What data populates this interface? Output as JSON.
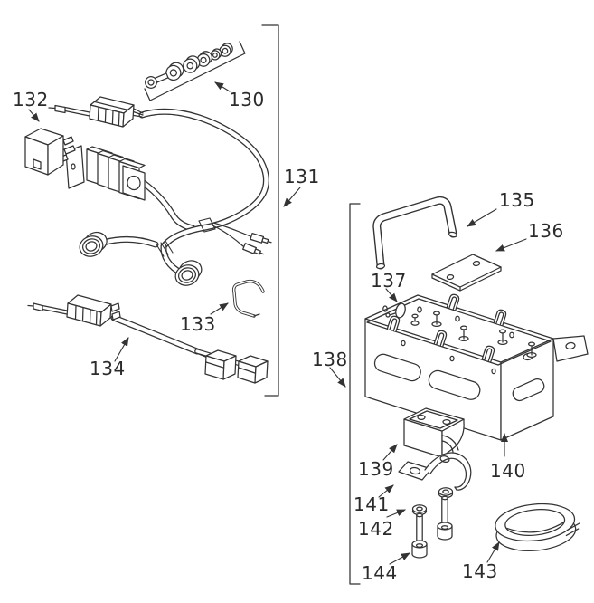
{
  "diagram": {
    "type": "exploded-parts-diagram",
    "background_color": "#ffffff",
    "line_color": "#333333",
    "label_color": "#2b2b2b",
    "callouts": [
      {
        "label": "130",
        "part": "fastener-set"
      },
      {
        "label": "131",
        "part": "main-wire-harness"
      },
      {
        "label": "132",
        "part": "relay"
      },
      {
        "label": "133",
        "part": "wire-clip"
      },
      {
        "label": "134",
        "part": "jumper-harness"
      },
      {
        "label": "135",
        "part": "u-handle"
      },
      {
        "label": "136",
        "part": "cover-plate"
      },
      {
        "label": "137",
        "part": "plug"
      },
      {
        "label": "138",
        "part": "mount-assembly"
      },
      {
        "label": "139",
        "part": "clamp-block"
      },
      {
        "label": "140",
        "part": "mounting-box"
      },
      {
        "label": "141",
        "part": "clamp-strap"
      },
      {
        "label": "142",
        "part": "washer"
      },
      {
        "label": "143",
        "part": "band"
      },
      {
        "label": "144",
        "part": "socket-head-bolt"
      }
    ]
  }
}
